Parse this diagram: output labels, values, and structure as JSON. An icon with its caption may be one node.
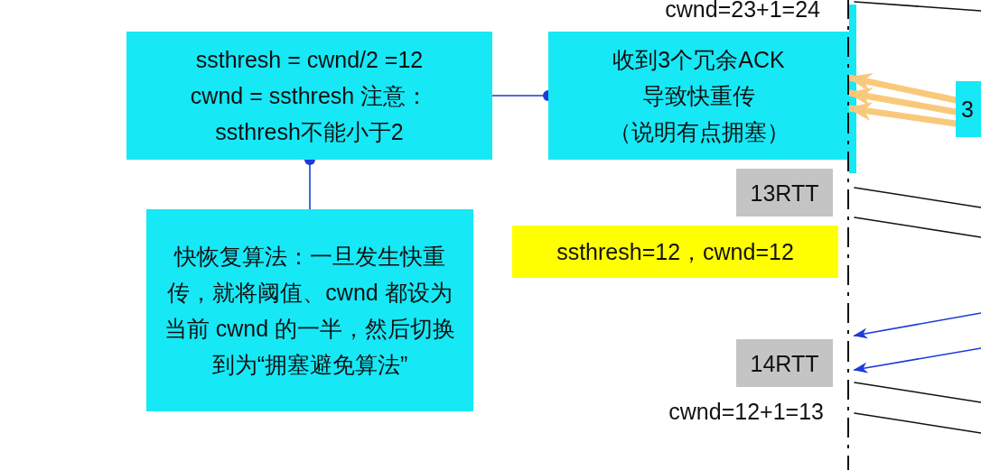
{
  "diagram": {
    "nodes": [
      {
        "text": [
          "ssthresh = cwnd/2 =12 cwnd = ssthresh 注意：ssthresh不能小于2"
        ]
      },
      {
        "text": [
          "收到3个冗余ACK 导致快重传（说明有点拥塞）"
        ]
      },
      {
        "text": [
          "3"
        ]
      },
      {
        "text": [
          "快恢复算法：一旦发生快重传，就将阈值、cwnd 都设为当前 cwnd 的一半，然后切换到为“拥塞避免算法”"
        ]
      },
      {
        "text": [
          "13RTT"
        ]
      },
      {
        "text": [
          "ssthresh=12，cwnd=12"
        ]
      },
      {
        "text": [
          "14RTT"
        ]
      },
      {
        "text": [],
        "shape": "line"
      }
    ],
    "edges": [
      {
        "from": 0,
        "to": 1,
        "arrow": "other",
        "color": "#1a3cd8"
      },
      {
        "from": 3,
        "to": 0,
        "arrow": "other",
        "color": "#1a3cd8"
      },
      {
        "from": 2,
        "to": 1,
        "arrow": "to",
        "style": "thick",
        "color": "#f9c97b"
      },
      {
        "from": 2,
        "to": 1,
        "arrow": "to",
        "style": "thick",
        "color": "#f9c97b"
      },
      {
        "from": 2,
        "to": 1,
        "arrow": "to",
        "style": "thick",
        "color": "#f9c97b"
      },
      {
        "from": 7,
        "to": null,
        "arrow": "none"
      },
      {
        "from": 7,
        "to": null,
        "arrow": "none"
      },
      {
        "from": 7,
        "to": null,
        "arrow": "none"
      },
      {
        "from": null,
        "to": 7,
        "arrow": "to",
        "color": "#1a3cd8"
      },
      {
        "from": null,
        "to": 7,
        "arrow": "to",
        "color": "#1a3cd8"
      },
      {
        "from": 7,
        "to": null,
        "arrow": "none"
      },
      {
        "from": 7,
        "to": null,
        "arrow": "none"
      }
    ],
    "labels": [
      "cwnd=23+1=24",
      "cwnd=12+1=13"
    ]
  }
}
